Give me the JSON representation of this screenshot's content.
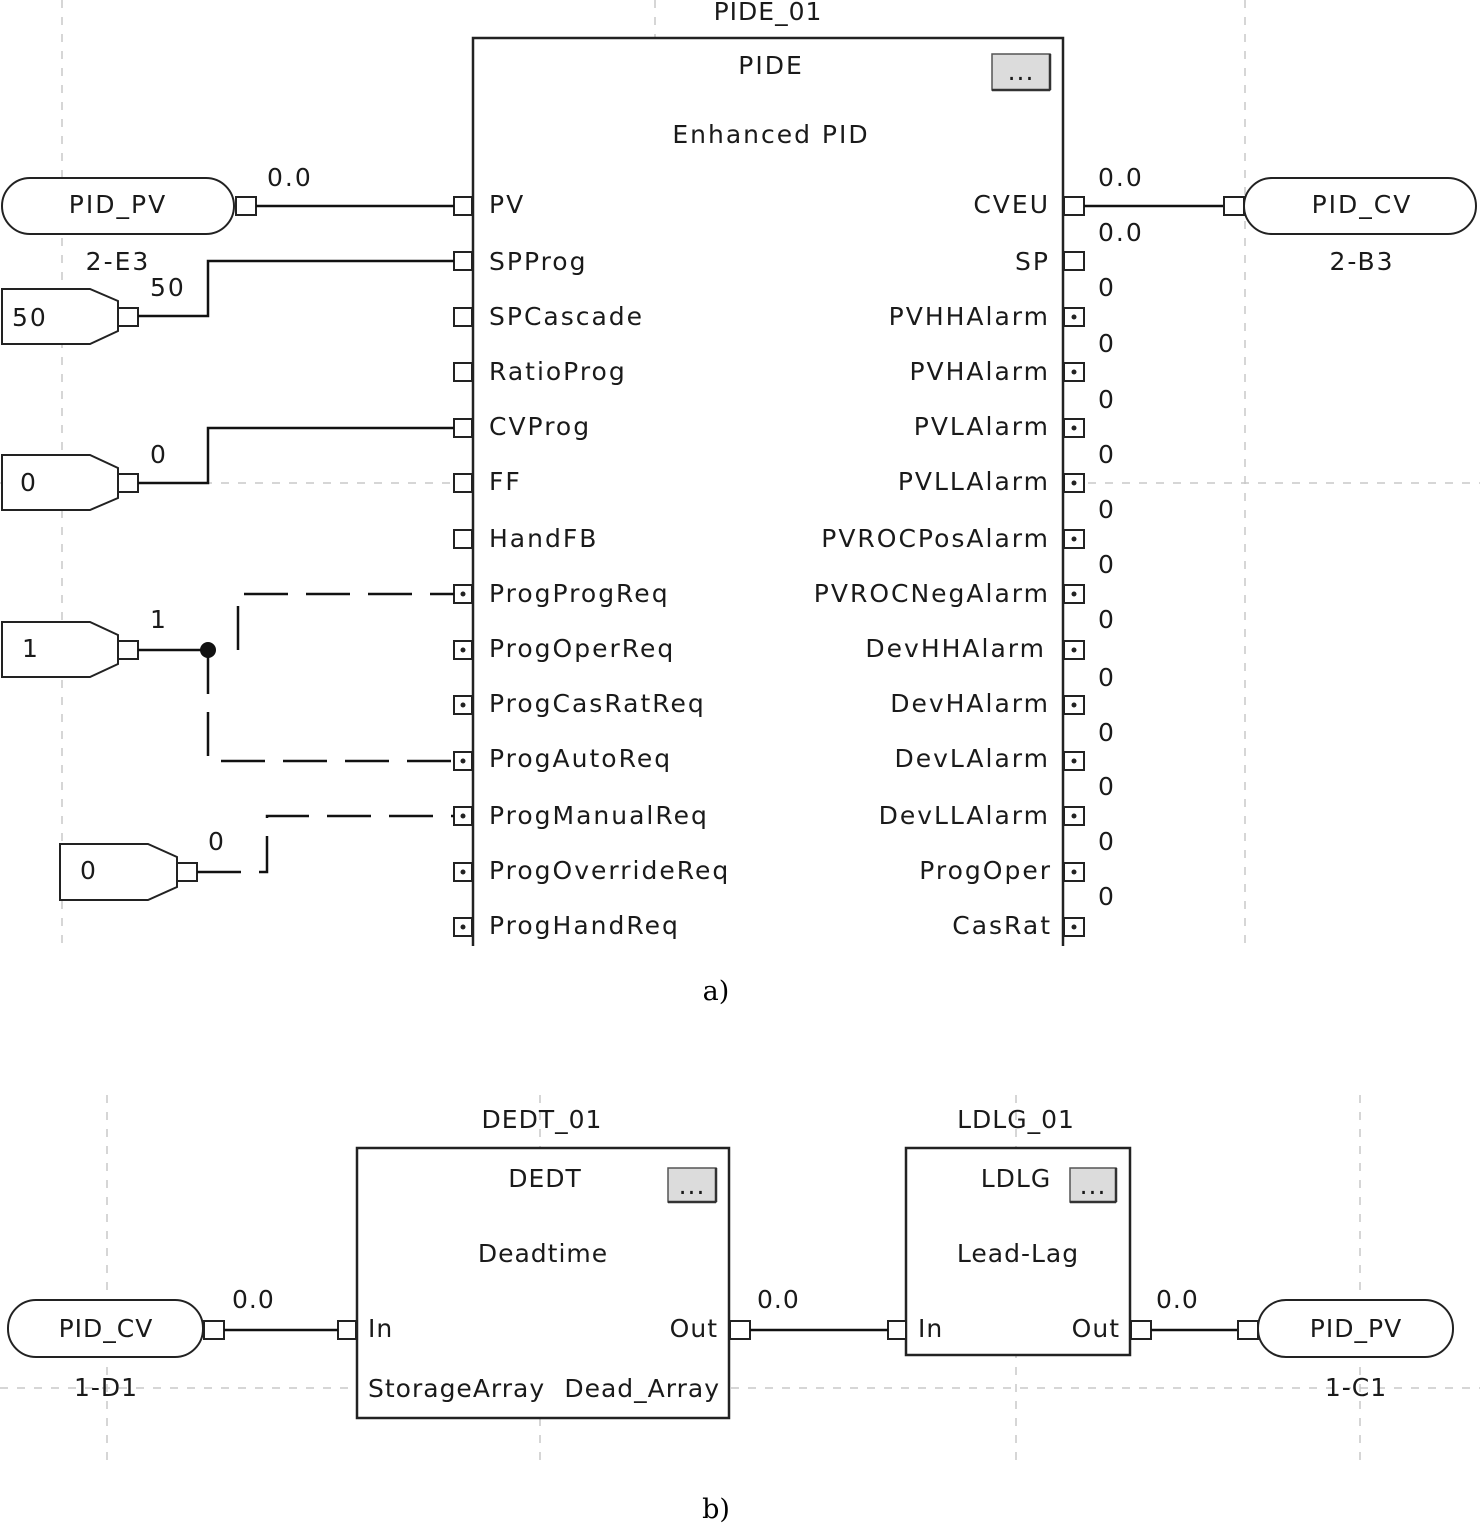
{
  "pide": {
    "instance": "PIDE_01",
    "type": "PIDE",
    "description": "Enhanced PID",
    "button_label": "...",
    "inputs": [
      "PV",
      "SPProg",
      "SPCascade",
      "RatioProg",
      "CVProg",
      "FF",
      "HandFB",
      "ProgProgReq",
      "ProgOperReq",
      "ProgCasRatReq",
      "ProgAutoReq",
      "ProgManualReq",
      "ProgOverrideReq",
      "ProgHandReq"
    ],
    "outputs": [
      {
        "label": "CVEU",
        "value": "0.0"
      },
      {
        "label": "SP",
        "value": "0.0"
      },
      {
        "label": "PVHHAlarm",
        "value": "0"
      },
      {
        "label": "PVHAlarm",
        "value": "0"
      },
      {
        "label": "PVLAlarm",
        "value": "0"
      },
      {
        "label": "PVLLAlarm",
        "value": "0"
      },
      {
        "label": "PVROCPosAlarm",
        "value": "0"
      },
      {
        "label": "PVROCNegAlarm",
        "value": "0"
      },
      {
        "label": "DevHHAlarm",
        "value": "0"
      },
      {
        "label": "DevHAlarm",
        "value": "0"
      },
      {
        "label": "DevLAlarm",
        "value": "0"
      },
      {
        "label": "DevLLAlarm",
        "value": "0"
      },
      {
        "label": "ProgOper",
        "value": "0"
      },
      {
        "label": "CasRat",
        "value": "0"
      }
    ]
  },
  "diagram_a": {
    "pv_tag": {
      "name": "PID_PV",
      "location": "2-E3",
      "value": "0.0"
    },
    "cv_tag": {
      "name": "PID_CV",
      "location": "2-B3"
    },
    "const_sp": {
      "value": "50",
      "wire_value": "50"
    },
    "const_cv": {
      "value": "0",
      "wire_value": "0"
    },
    "const_req": {
      "value": "1",
      "wire_value": "1"
    },
    "const_manual": {
      "value": "0",
      "wire_value": "0"
    }
  },
  "dedt": {
    "instance": "DEDT_01",
    "type": "DEDT",
    "description": "Deadtime",
    "button_label": "...",
    "input": "In",
    "output": "Out",
    "storage_label": "StorageArray",
    "storage_value": "Dead_Array"
  },
  "ldlg": {
    "instance": "LDLG_01",
    "type": "LDLG",
    "description": "Lead-Lag",
    "button_label": "...",
    "input": "In",
    "output": "Out"
  },
  "diagram_b": {
    "cv_tag": {
      "name": "PID_CV",
      "location": "1-D1",
      "value": "0.0"
    },
    "pv_tag": {
      "name": "PID_PV",
      "location": "1-C1"
    },
    "dedt_out_value": "0.0",
    "ldlg_out_value": "0.0"
  },
  "captions": {
    "a": "a)",
    "b": "b)"
  }
}
